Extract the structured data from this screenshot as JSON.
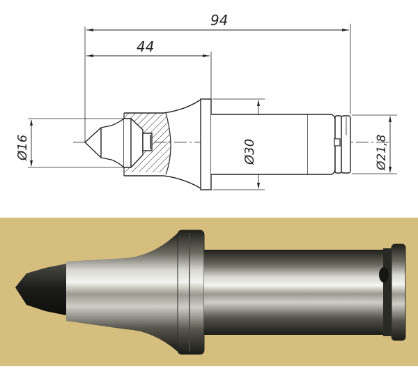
{
  "drawing": {
    "title": "Cutter tooth technical drawing",
    "dimensions": {
      "overall_length": "94",
      "tip_length": "44",
      "tip_diameter": "Ø16",
      "shank_diameter": "Ø30",
      "end_diameter": "Ø21,8"
    },
    "line_color": "#222222",
    "hatch_color": "#444444"
  },
  "photo": {
    "subject": "Steel cutter tooth with carbide tip",
    "background_color": "#D6BE7E",
    "metal_highlight": "#E8E8E4",
    "metal_shadow": "#2A2A24"
  }
}
